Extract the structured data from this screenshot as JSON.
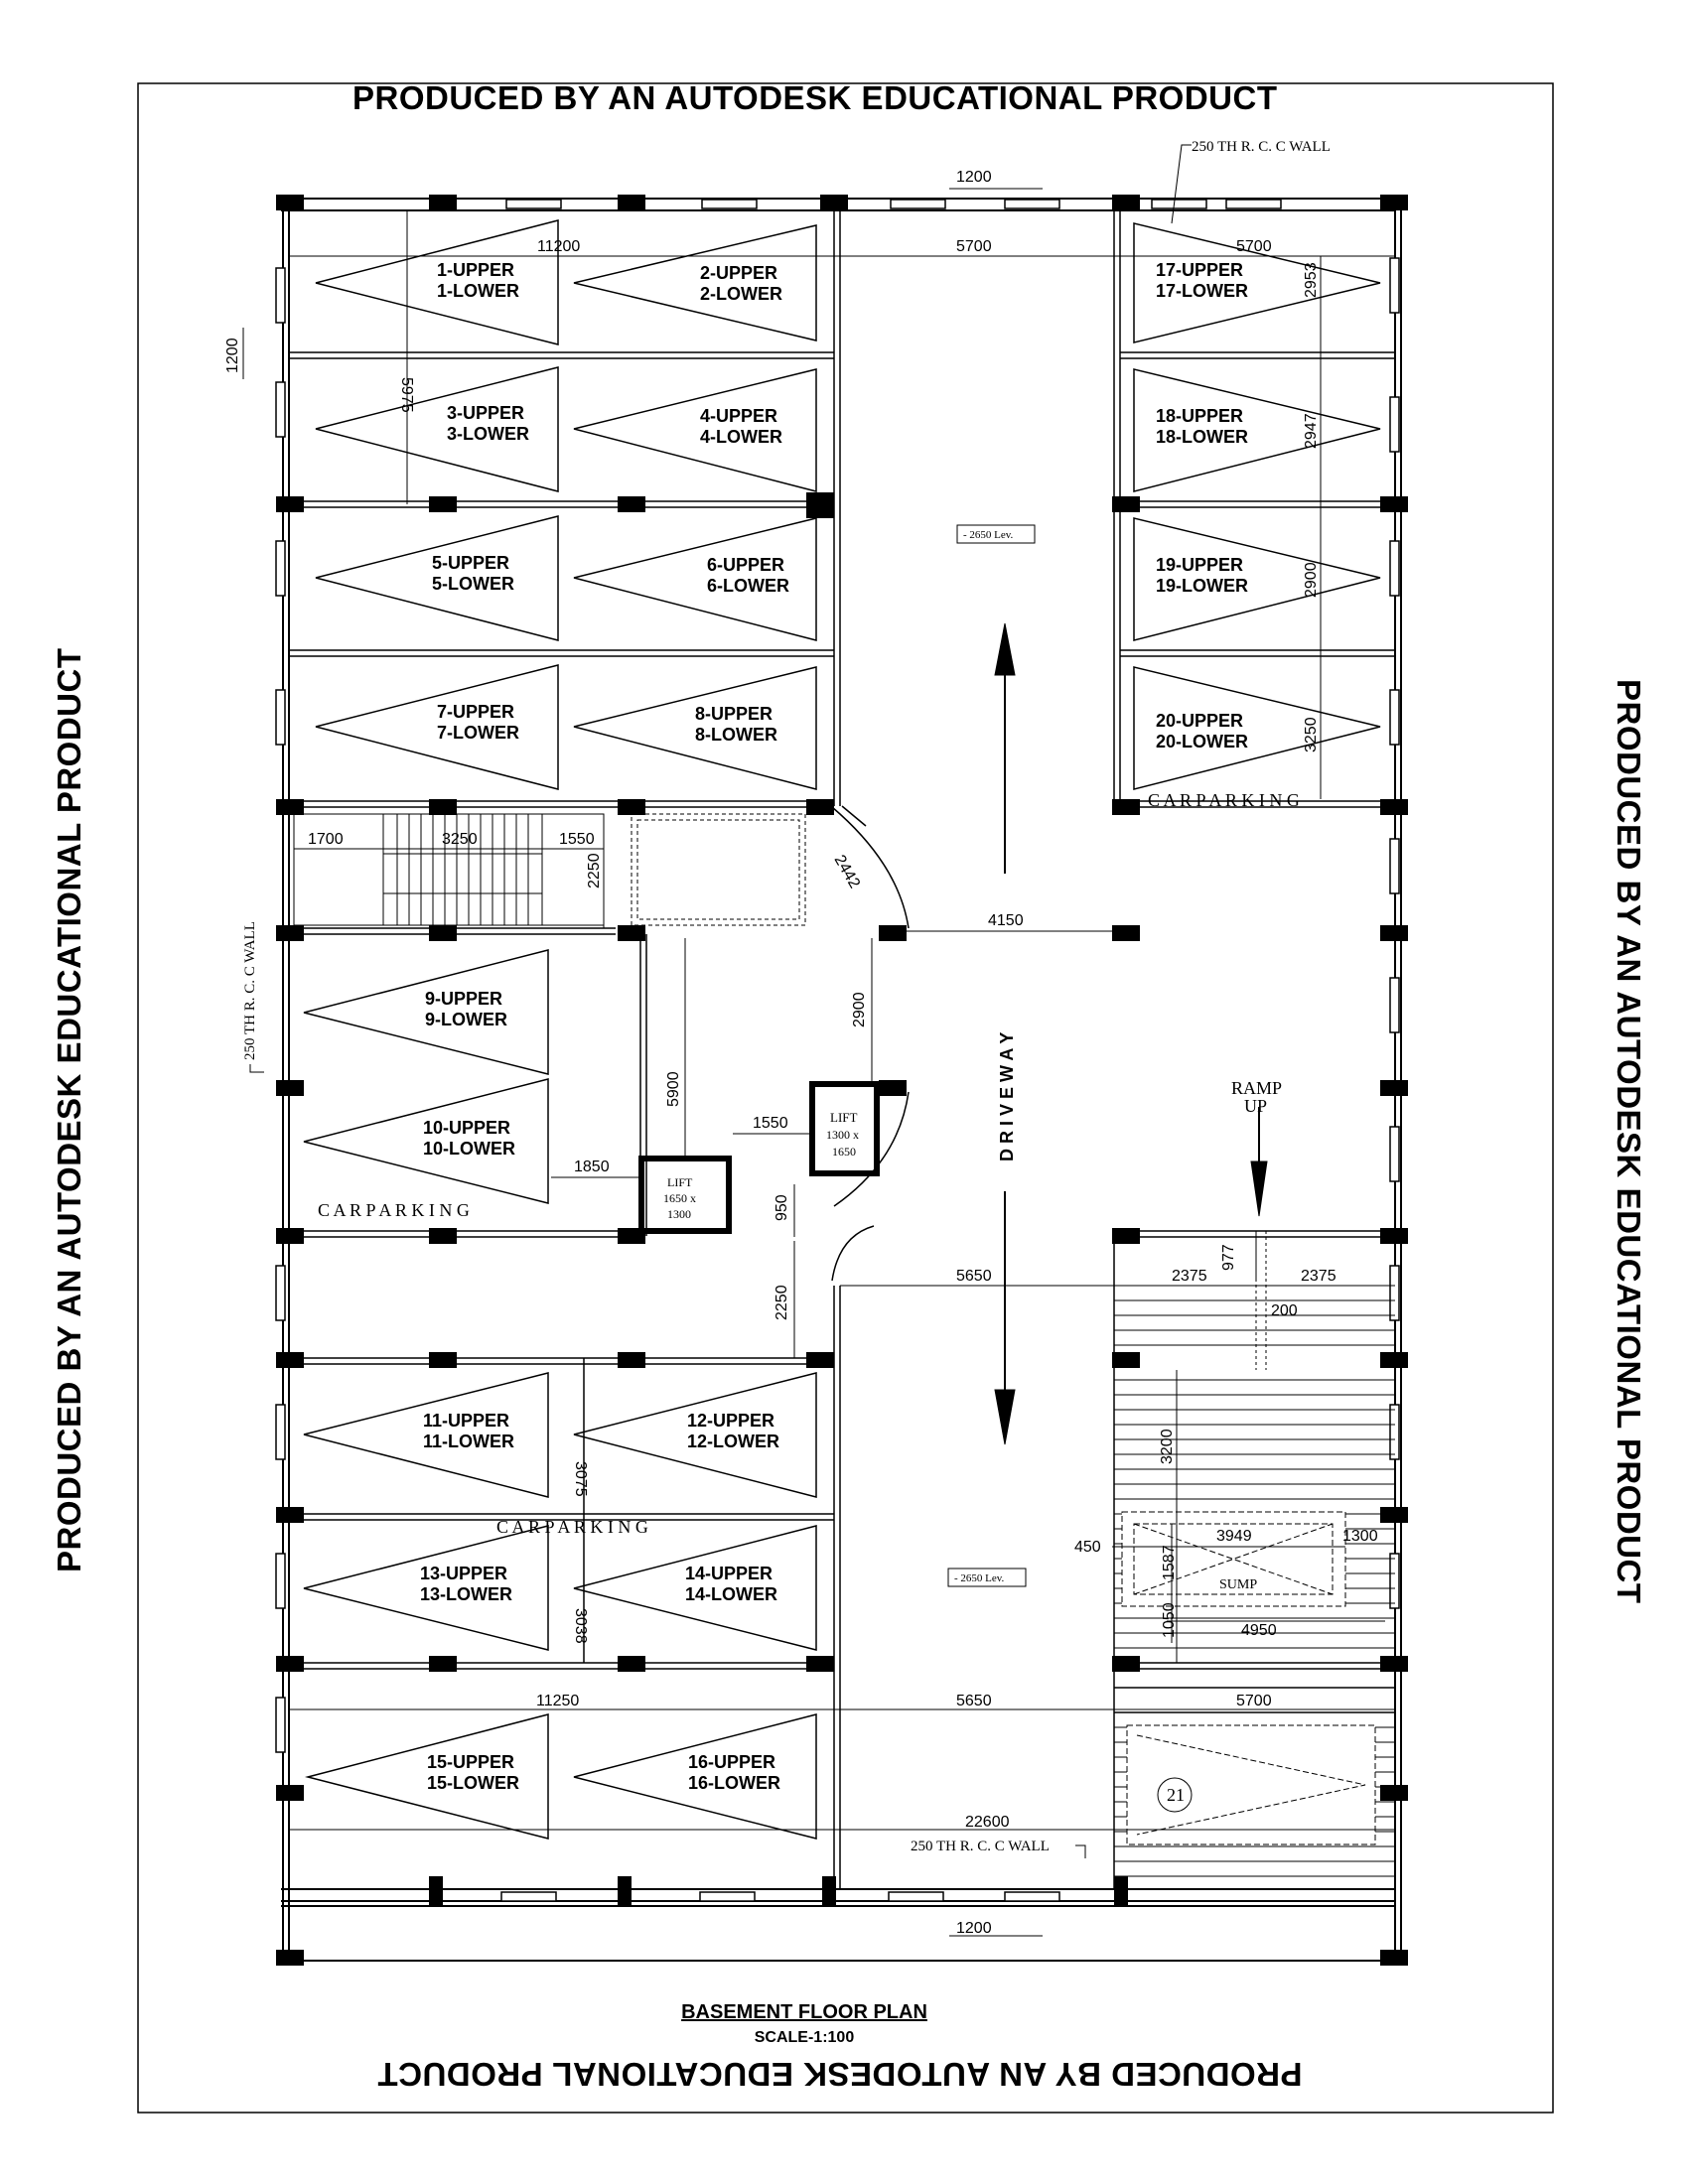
{
  "watermark": "PRODUCED BY AN AUTODESK EDUCATIONAL PRODUCT",
  "title": "BASEMENT FLOOR PLAN",
  "scale": "SCALE-1:100",
  "wall_note": "250 TH R. C. C  WALL",
  "car_parking": "C A R     P A R K I N G",
  "car_parking_2": "C A R     P A R K I N G",
  "car_parking_3": "C A R     P A R K I N G",
  "driveway": "D R I V E   W A Y",
  "ramp_up": [
    "RAMP",
    "UP"
  ],
  "level": "- 2650 Lev.",
  "sump": "SUMP",
  "lift_a": [
    "LIFT",
    "1300 x",
    "1650"
  ],
  "lift_b": [
    "LIFT",
    "1650 x",
    "1300"
  ],
  "slot_21": "21",
  "parking_slots": [
    [
      "1-UPPER",
      "1-LOWER"
    ],
    [
      "2-UPPER",
      "2-LOWER"
    ],
    [
      "3-UPPER",
      "3-LOWER"
    ],
    [
      "4-UPPER",
      "4-LOWER"
    ],
    [
      "5-UPPER",
      "5-LOWER"
    ],
    [
      "6-UPPER",
      "6-LOWER"
    ],
    [
      "7-UPPER",
      "7-LOWER"
    ],
    [
      "8-UPPER",
      "8-LOWER"
    ],
    [
      "9-UPPER",
      "9-LOWER"
    ],
    [
      "10-UPPER",
      "10-LOWER"
    ],
    [
      "11-UPPER",
      "11-LOWER"
    ],
    [
      "12-UPPER",
      "12-LOWER"
    ],
    [
      "13-UPPER",
      "13-LOWER"
    ],
    [
      "14-UPPER",
      "14-LOWER"
    ],
    [
      "15-UPPER",
      "15-LOWER"
    ],
    [
      "16-UPPER",
      "16-LOWER"
    ],
    [
      "17-UPPER",
      "17-LOWER"
    ],
    [
      "18-UPPER",
      "18-LOWER"
    ],
    [
      "19-UPPER",
      "19-LOWER"
    ],
    [
      "20-UPPER",
      "20-LOWER"
    ]
  ],
  "dimensions": {
    "top_window": "1200",
    "top_left": "11200",
    "top_mid": "5700",
    "top_right": "5700",
    "left_window": "1200",
    "left_height": "5975",
    "right_17": "2953",
    "right_18": "2947",
    "right_19": "2900",
    "right_20": "3250",
    "stair_1": "1700",
    "stair_2": "3250",
    "stair_3": "1550",
    "stair_4": "2250",
    "diag": "2442",
    "drive_w": "4150",
    "v_2900": "2900",
    "v_5900": "5900",
    "lift_gap": "1550",
    "left_1850": "1850",
    "v_950": "950",
    "v_2250": "2250",
    "mid_5650": "5650",
    "ramp_977": "977",
    "ramp_2375a": "2375",
    "ramp_2375b": "2375",
    "ramp_200": "200",
    "ramp_3200": "3200",
    "v_3075": "3075",
    "v_3038": "3038",
    "sump_450": "450",
    "sump_3949": "3949",
    "sump_1300": "1300",
    "sump_1587": "1587",
    "sump_1050": "1050",
    "sump_4950": "4950",
    "bot_11250": "11250",
    "bot_5650": "5650",
    "bot_5700": "5700",
    "total": "22600",
    "bot_window": "1200"
  }
}
